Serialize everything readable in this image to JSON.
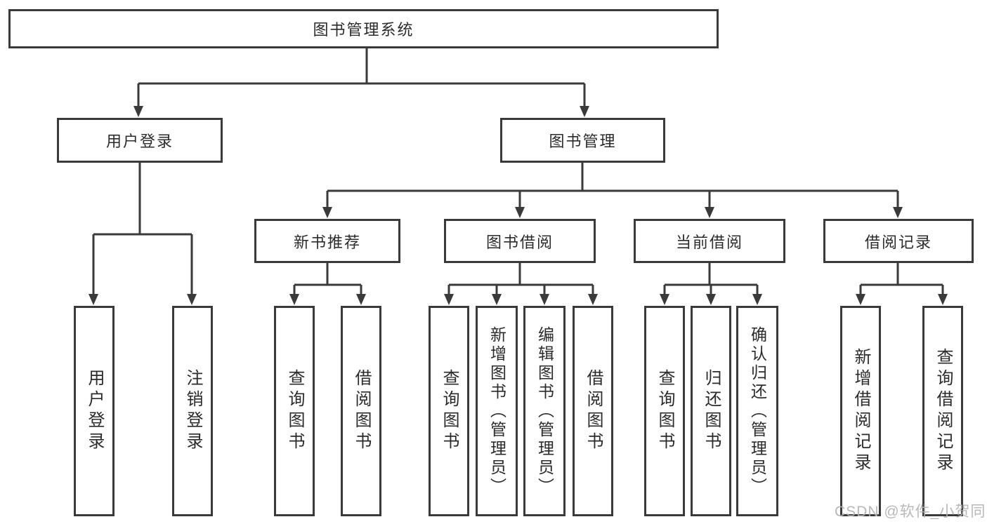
{
  "diagram_title": "图书管理系统",
  "tree": {
    "label": "图书管理系统",
    "children": [
      {
        "label": "用户登录",
        "children": [
          {
            "label": "用户登录"
          },
          {
            "label": "注销登录"
          }
        ]
      },
      {
        "label": "图书管理",
        "children": [
          {
            "label": "新书推荐",
            "children": [
              {
                "label": "查询图书"
              },
              {
                "label": "借阅图书"
              }
            ]
          },
          {
            "label": "图书借阅",
            "children": [
              {
                "label": "查询图书"
              },
              {
                "label": "新增图书（管理员）"
              },
              {
                "label": "编辑图书（管理员）"
              },
              {
                "label": "借阅图书"
              }
            ]
          },
          {
            "label": "当前借阅",
            "children": [
              {
                "label": "查询图书"
              },
              {
                "label": "归还图书"
              },
              {
                "label": "确认归还（管理员）"
              }
            ]
          },
          {
            "label": "借阅记录",
            "children": [
              {
                "label": "新增借阅记录"
              },
              {
                "label": "查询借阅记录"
              }
            ]
          }
        ]
      }
    ]
  },
  "watermark": "CSDN @软件_小贺同学",
  "colors": {
    "line": "#3a3a3a",
    "text": "#2b2b2b",
    "watermark": "#b2b2b2",
    "background": "#ffffff"
  }
}
